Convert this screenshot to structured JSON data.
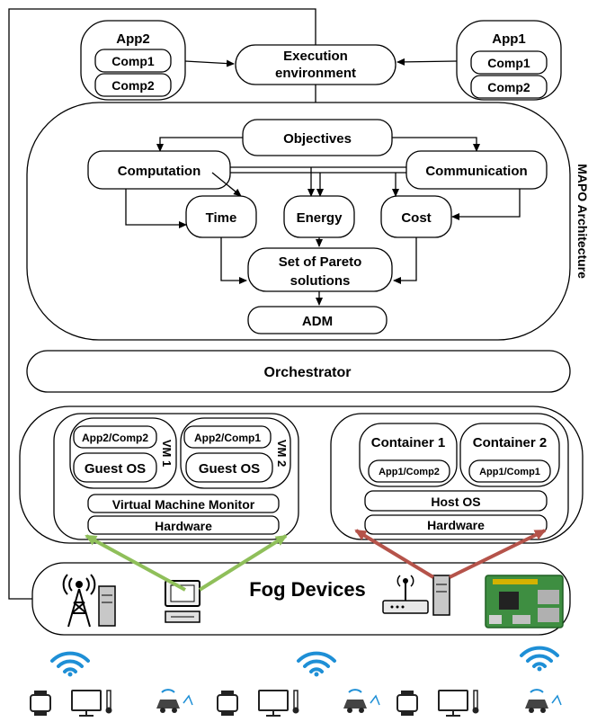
{
  "apps": {
    "app2": {
      "title": "App2",
      "comp1": "Comp1",
      "comp2": "Comp2"
    },
    "app1": {
      "title": "App1",
      "comp1": "Comp1",
      "comp2": "Comp2"
    }
  },
  "execution": {
    "line1": "Execution",
    "line2": "environment"
  },
  "mapo": {
    "label": "MAPO Architecture",
    "objectives": "Objectives",
    "computation": "Computation",
    "communication": "Communication",
    "time": "Time",
    "energy": "Energy",
    "cost": "Cost",
    "pareto_line1": "Set of Pareto",
    "pareto_line2": "solutions",
    "adm": "ADM"
  },
  "orchestrator": "Orchestrator",
  "vm": {
    "vm1_label": "VM 1",
    "vm2_label": "VM 2",
    "vm1_app": "App2/Comp2",
    "vm2_app": "App2/Comp1",
    "guest_os": "Guest OS",
    "vmm": "Virtual Machine Monitor",
    "hardware": "Hardware"
  },
  "containers": {
    "c1": "Container 1",
    "c2": "Container 2",
    "c1_app": "App1/Comp2",
    "c2_app": "App1/Comp1",
    "host_os": "Host OS",
    "hardware": "Hardware"
  },
  "fog": {
    "title": "Fog Devices"
  },
  "colors": {
    "green_arrow": "#8fbf5a",
    "red_arrow": "#b5534a",
    "wifi": "#1e8fd6",
    "board": "#3e8e41"
  }
}
